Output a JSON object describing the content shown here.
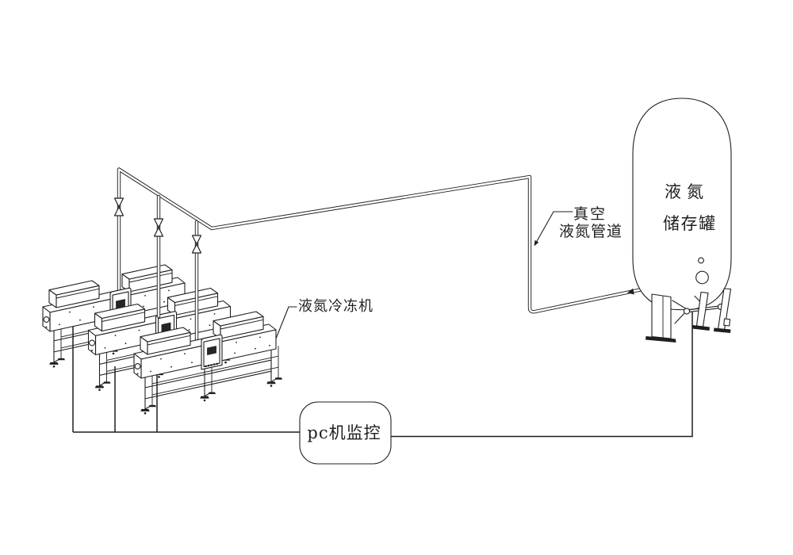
{
  "colors": {
    "line": "#1f1f1f",
    "background": "#ffffff",
    "panel_screen": "#262626"
  },
  "labels": {
    "pipeline": {
      "line1": "真空",
      "line2": "液氮管道"
    },
    "freezer": "液氮冷冻机",
    "tank": {
      "line1": "液氮",
      "line2": "储存罐"
    },
    "pc": "pc机监控"
  },
  "structure": {
    "freezer_count": 3,
    "valve_count": 3,
    "pipeline_style": "double-line vacuum pipe",
    "wire_bus_to": "pc机监控"
  }
}
